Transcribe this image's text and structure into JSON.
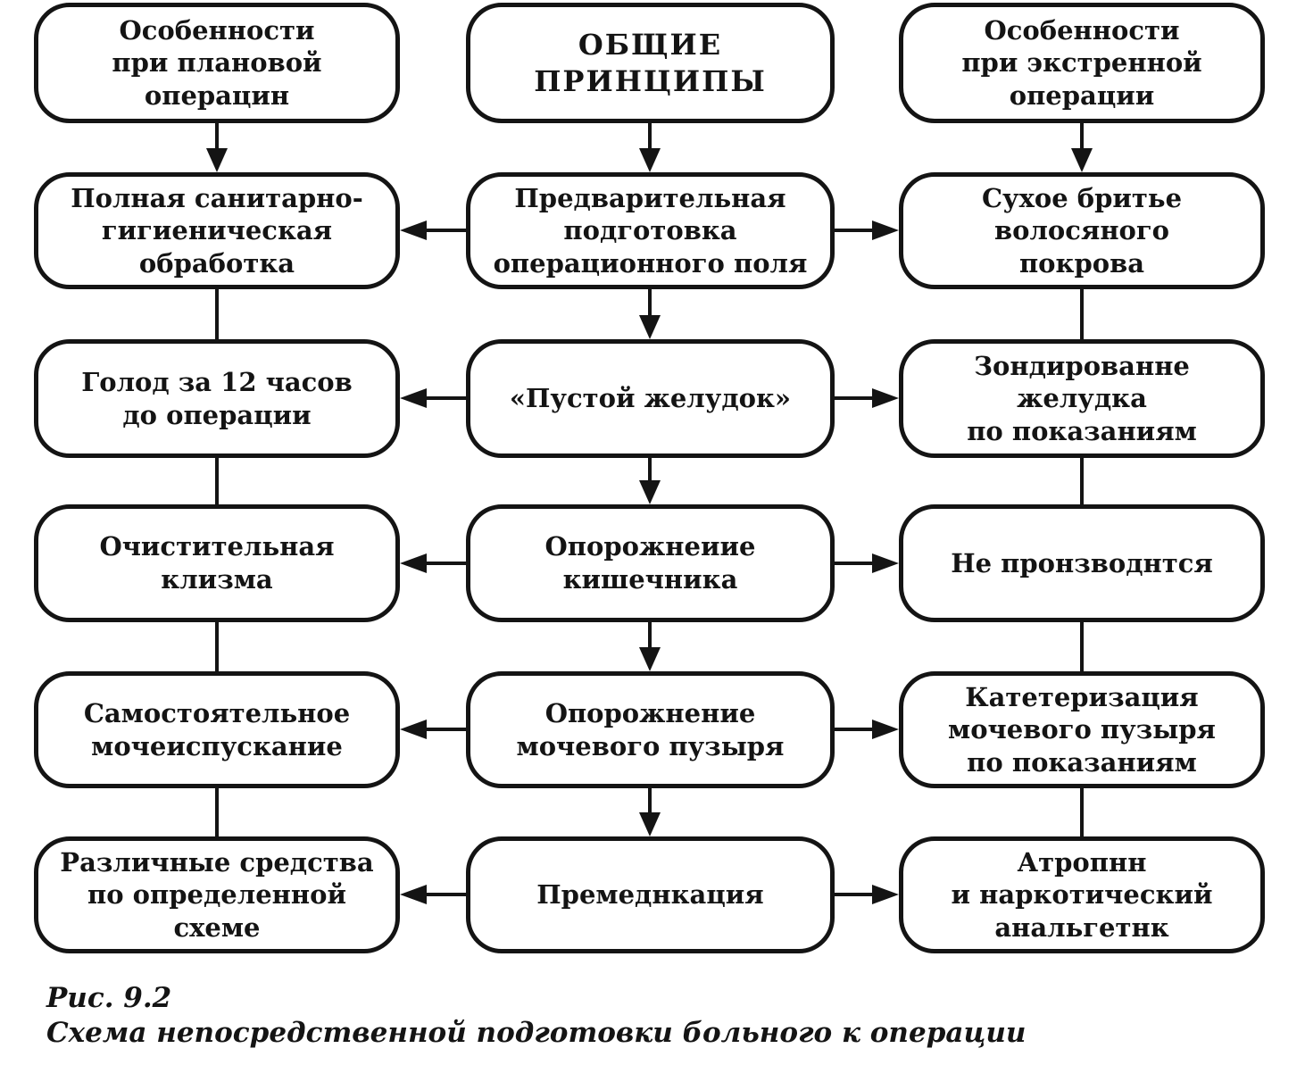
{
  "figure": {
    "number": "Рис. 9.2",
    "caption": "Схема непосредственной подготовки больного к операции"
  },
  "nodes": {
    "planned_header": "Особенности\nпри плановой\nоперацин",
    "general_header": "ОБЩИЕ ПРИНЦИПЫ",
    "emergency_header": "Особенности\nпри экстренной\nоперации",
    "full_sanitary_treatment": "Полная санитарно-\nгигиеническая\nобработка",
    "preliminary_field_preparation": "Предварительная\nподготовка\nоперационного поля",
    "dry_shaving": "Сухое бритье\nволосяного\nпокрова",
    "fasting_12_hours": "Голод за 12 часов\nдо операции",
    "empty_stomach": "«Пустой желудок»",
    "gastric_probing": "Зондированне\nжелудка\nпо показаниям",
    "cleansing_enema": "Очистительная\nклизма",
    "bowel_emptying": "Опорожнеиие\nкишечника",
    "not_performed": "Не пронзводнтся",
    "independent_urination": "Самостоятельное\nмочеиспускание",
    "bladder_emptying": "Опорожнение\nмочевого пузыря",
    "bladder_catheterization": "Катетеризация\nмочевого пузыря\nпо показаниям",
    "various_agents_scheme": "Различные средства\nпо определенной схеме",
    "premedication": "Премеднкация",
    "atropine_analgesic": "Атропнн\nи наркотический\nанальгетнк"
  }
}
